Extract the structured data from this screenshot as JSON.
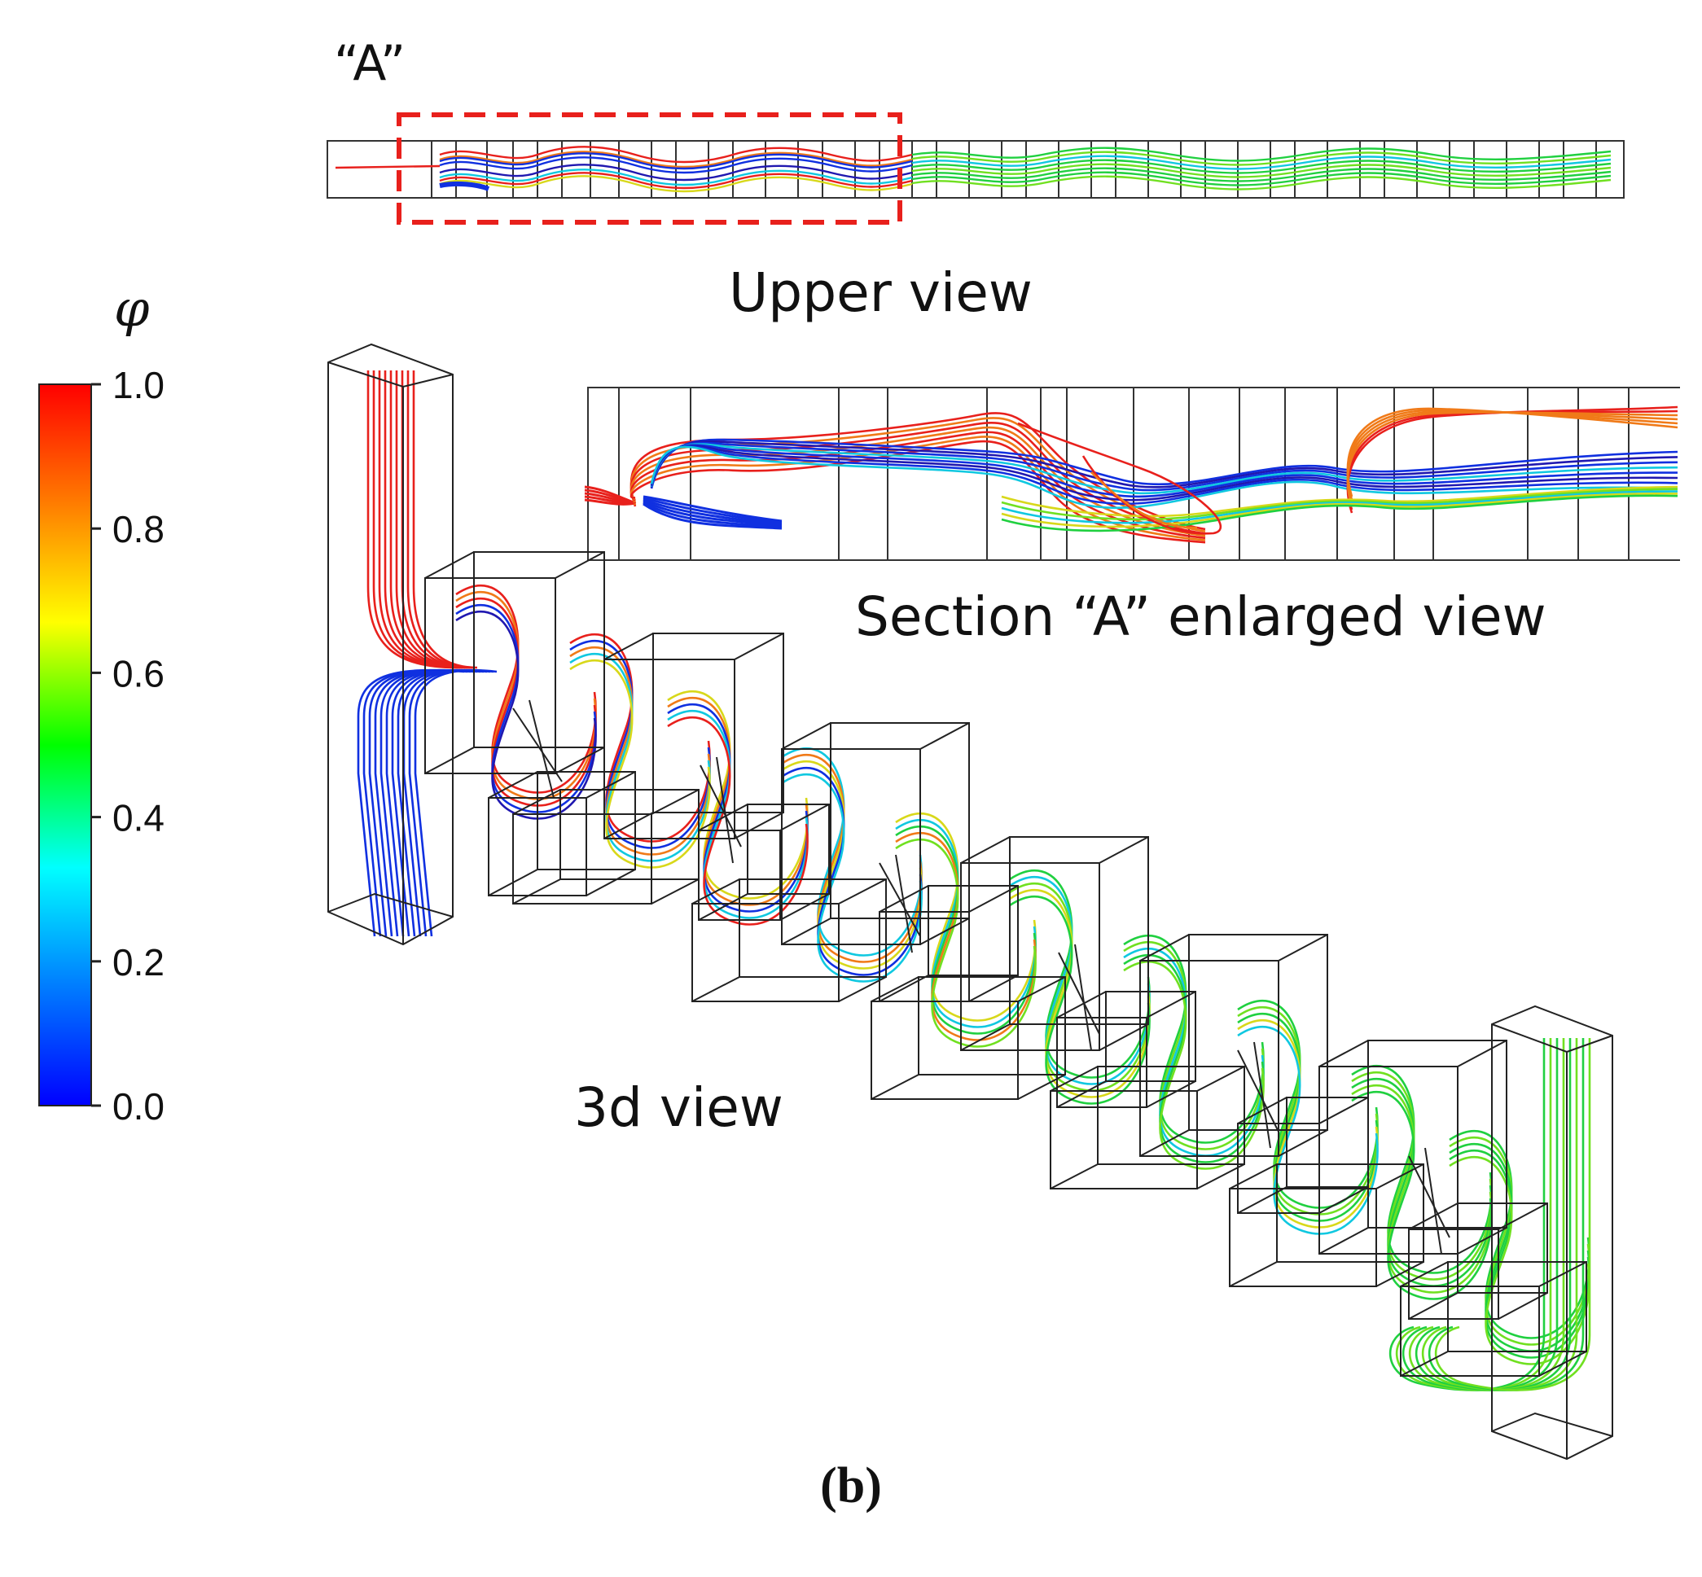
{
  "figure": {
    "caption": "(b)",
    "labels": {
      "region_a": "“A”",
      "upper_view": "Upper view",
      "enlarged_view": "Section “A” enlarged view",
      "view_3d": "3d view"
    }
  },
  "colorbar": {
    "symbol": "φ",
    "ticks": [
      "1.0",
      "0.8",
      "0.6",
      "0.4",
      "0.2",
      "0.0"
    ],
    "stops": [
      "#ff0000",
      "#ff8000",
      "#ffff00",
      "#00ff00",
      "#00ffff",
      "#0080ff",
      "#0000ff"
    ]
  },
  "colors": {
    "frame": "#333333",
    "highlight_box": "#e8201c",
    "red": "#e8201c",
    "orange": "#f07a18",
    "yellow": "#d8d81a",
    "green": "#20d040",
    "lime": "#70e020",
    "cyan": "#10c8e0",
    "blue": "#1030e0",
    "navy": "#2018b0"
  }
}
